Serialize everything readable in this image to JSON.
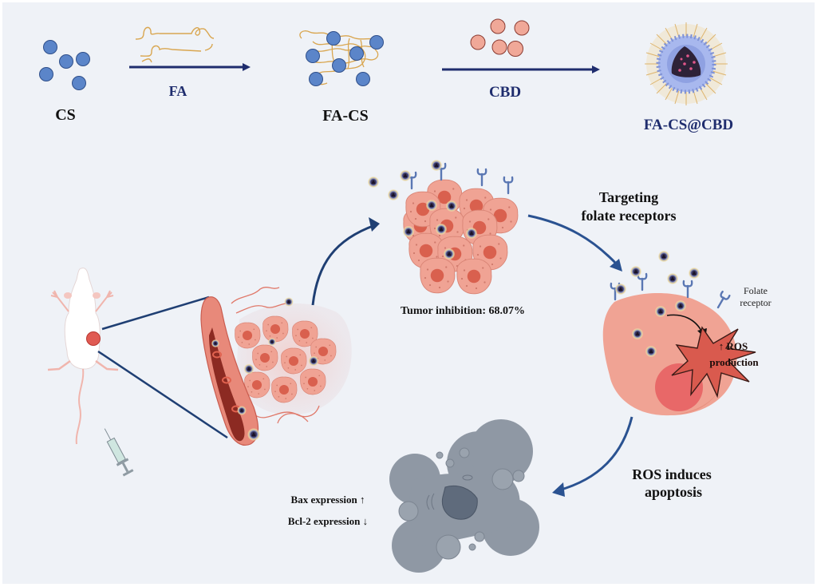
{
  "synthesis": {
    "cs_label": "CS",
    "fa_label": "FA",
    "fa_cs_label": "FA-CS",
    "cbd_label": "CBD",
    "product_label": "FA-CS@CBD"
  },
  "pathway": {
    "tumor_inhibition": "Tumor inhibition: 68.07%",
    "targeting_line1": "Targeting",
    "targeting_line2": "folate receptors",
    "folate_receptor_line1": "Folate",
    "folate_receptor_line2": "receptor",
    "ros_line1": "↑ ROS",
    "ros_line2": "production",
    "ros_induces_line1": "ROS induces",
    "ros_induces_line2": "apoptosis",
    "bax": "Bax expression ↑",
    "bcl2": "Bcl-2 expression ↓"
  },
  "colors": {
    "background": "#eff2f7",
    "arrow_navy": "#1f2d6e",
    "arrow_blue": "#2a5291",
    "cs_bead": "#5b85c9",
    "cbd_bead": "#f0a898",
    "tumor_cell": "#f0a394",
    "nucleus": "#d9604e",
    "apoptotic_cell": "#8f98a4"
  }
}
